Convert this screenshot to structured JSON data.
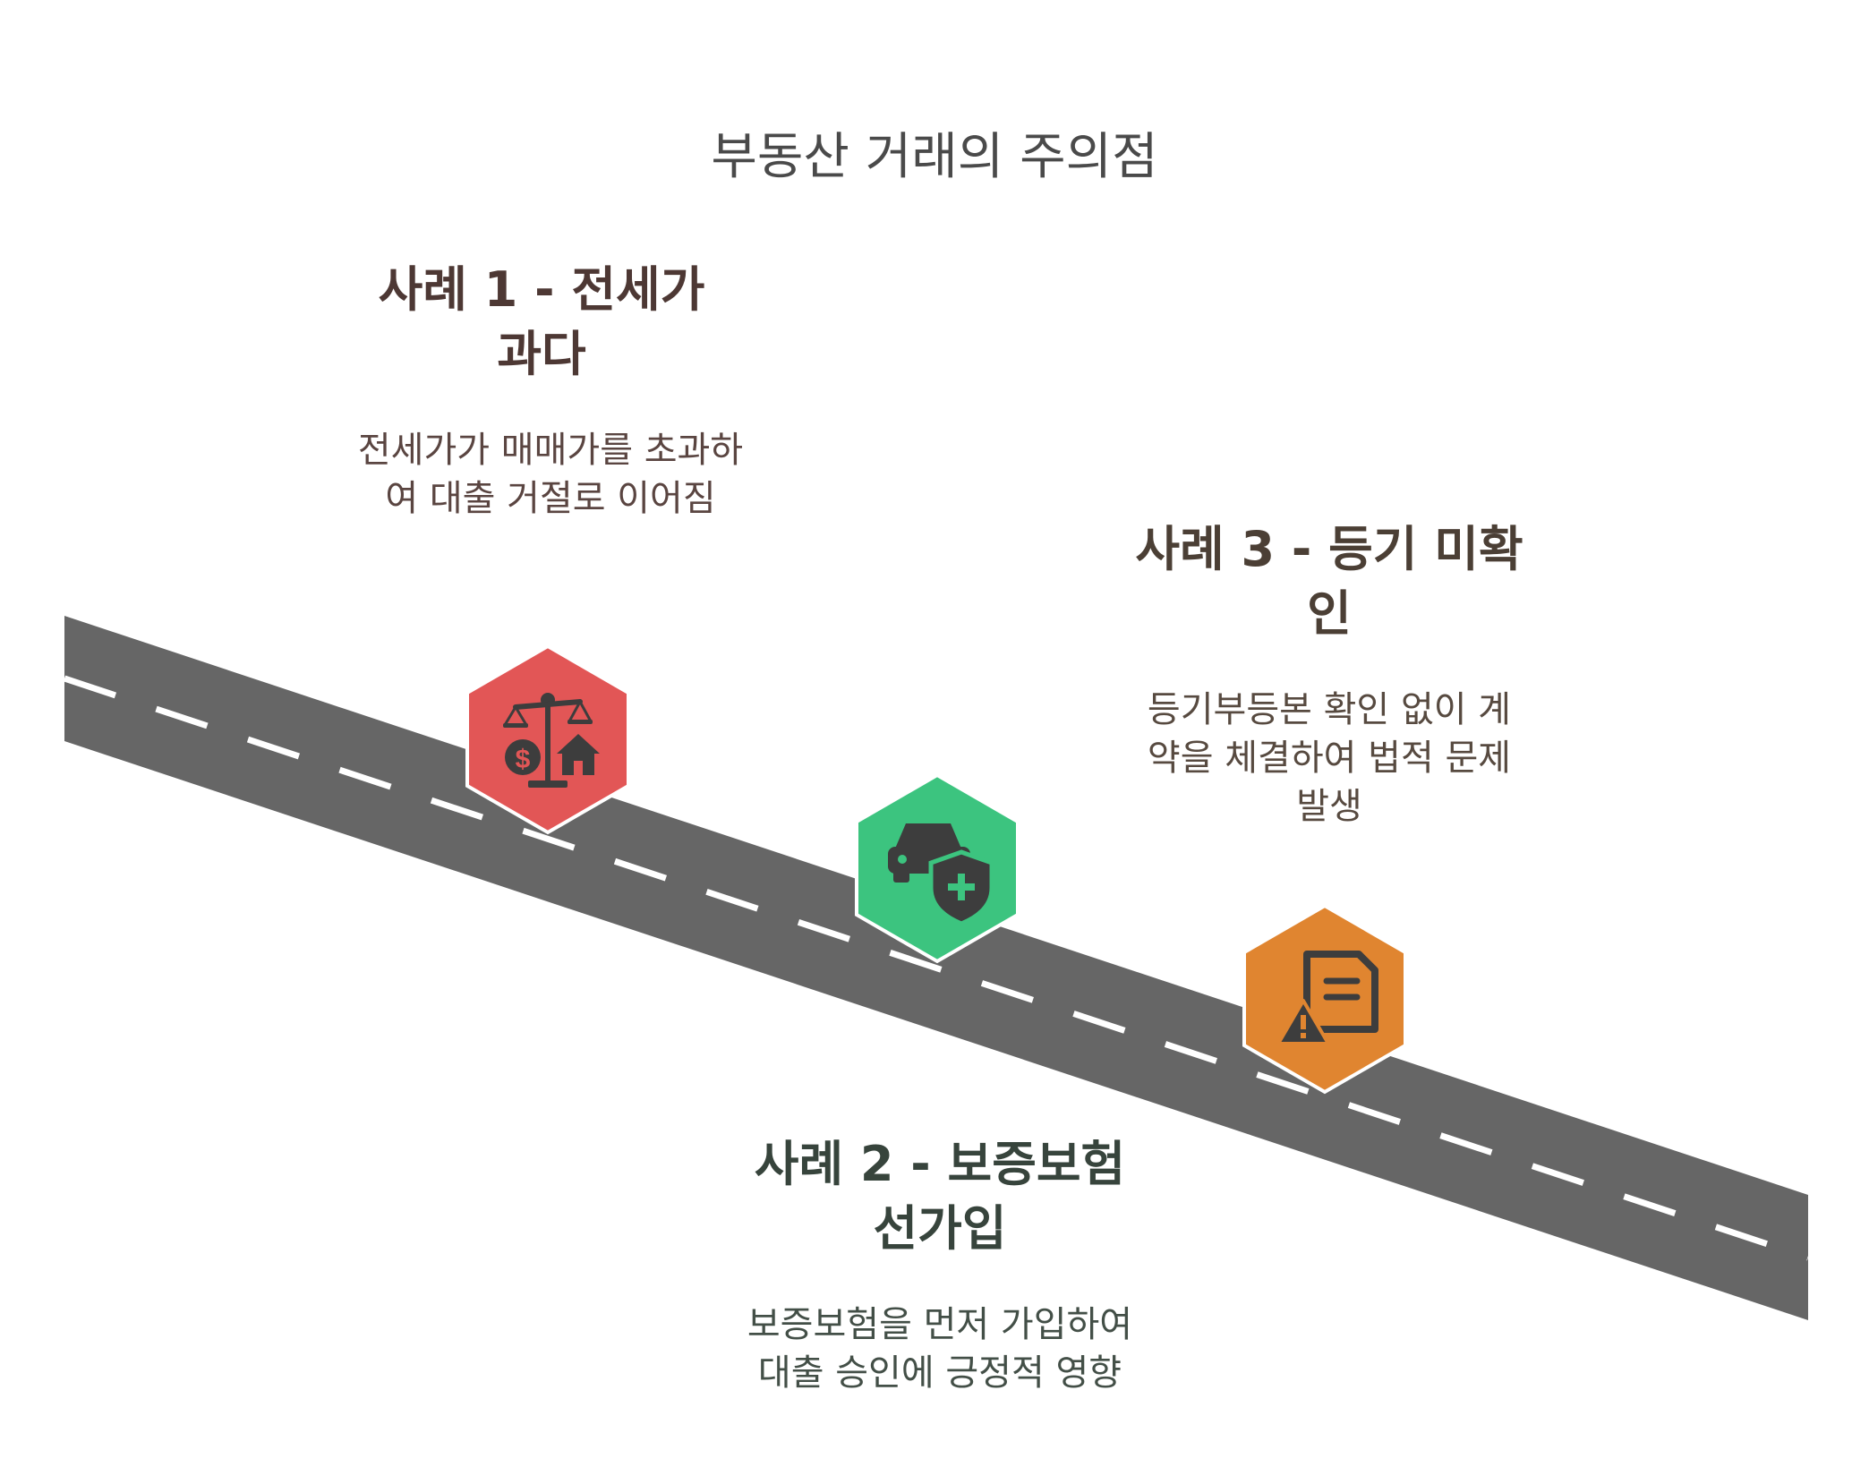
{
  "title": "부동산 거래의 주의점",
  "colors": {
    "road": "#666666",
    "lane": "#ffffff",
    "case1": "#e25656",
    "case2": "#3cc47f",
    "case3": "#e08530",
    "icon": "#3d3d3d"
  },
  "cases": [
    {
      "heading": "사례 1 - 전세가 과다",
      "description": "전세가가 매매가를 초과하여 대출 거절로 이어짐",
      "icon": "scale-money-house-icon"
    },
    {
      "heading": "사례 2 - 보증보험 선가입",
      "description": "보증보험을 먼저 가입하여 대출 승인에 긍정적 영향",
      "icon": "car-shield-icon"
    },
    {
      "heading": "사례 3 - 등기 미확인",
      "description": "등기부등본 확인 없이 계약을 체결하여 법적 문제 발생",
      "icon": "document-warning-icon"
    }
  ]
}
